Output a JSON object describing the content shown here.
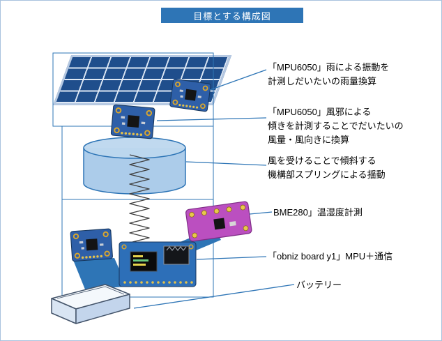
{
  "title": "目標とする構成図",
  "annotations": {
    "rain": {
      "lines": [
        "「MPU6050」雨による振動を",
        "計測しだいたいの雨量換算"
      ]
    },
    "wind": {
      "lines": [
        "「MPU6050」風邪による",
        "傾きを計測することでだいたいの",
        "風量・風向きに換算"
      ]
    },
    "spring": {
      "lines": [
        "風を受けることで傾斜する",
        "機構部スプリングによる揺動"
      ]
    },
    "bme280": {
      "lines": [
        "BME280」温湿度計測"
      ]
    },
    "obniz": {
      "lines": [
        "「obniz board y1」MPU＋通信"
      ]
    },
    "battery": {
      "lines": [
        "バッテリー"
      ]
    }
  },
  "components": {
    "solar_panel": "solar-panel",
    "mpu6050_top": "mpu6050-board-top",
    "mpu6050_middle": "mpu6050-board-middle",
    "mpu6050_bottom": "mpu6050-board-bottom",
    "cylinder": "tilt-mechanism-cylinder",
    "spring": "spring-coil",
    "bme280": "bme280-board",
    "obniz": "obniz-board",
    "battery": "battery-box"
  },
  "colors": {
    "accent_blue": "#2E75B6",
    "solar_cell_blue": "#1F4E8C",
    "pcb_blue": "#2E5FA8",
    "bme_purple": "#BB4FC0",
    "obniz_blue": "#2D6FB8"
  }
}
